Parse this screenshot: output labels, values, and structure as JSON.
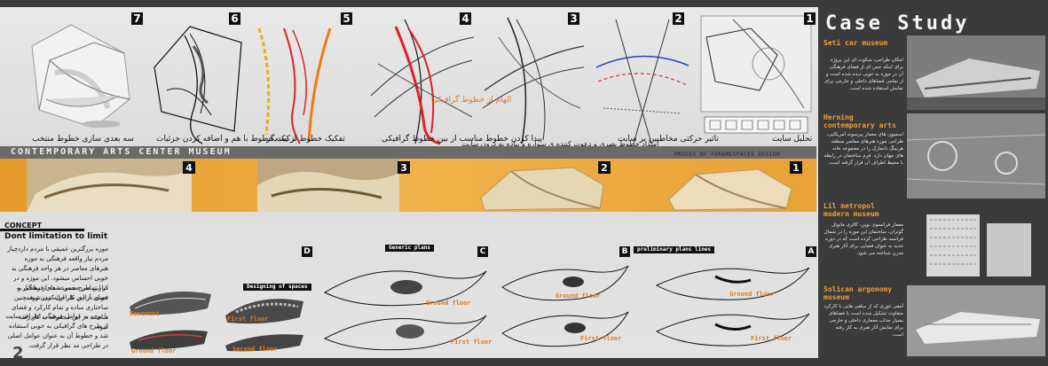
{
  "processes": {
    "steps": [
      {
        "num": "1",
        "caption": "تحلیل سایت"
      },
      {
        "num": "2",
        "caption": "تاثیر حرکتی مخاطبین بر سایت"
      },
      {
        "num": "3",
        "caption": "امتداد خطوط بصری و دعوت کننده ی سواره و پیاده به درون سایت"
      },
      {
        "num": "4",
        "caption": "پیدا کردن خطوط مناسب از بین خطوط گرافیکی",
        "note": "الهام از خطوط گرافیکی"
      },
      {
        "num": "5",
        "caption": "تفکیک خطوط از یکدیگر"
      },
      {
        "num": "6",
        "caption": "ترکیب خطوط با هم و اضافه کردن جزئیات"
      },
      {
        "num": "7",
        "caption": "سه بعدی سازی خطوط منتخب"
      }
    ]
  },
  "band": {
    "title": "CONTEMPORARY ARTS CENTER MUSEUM",
    "process_label": "PROCES OF FORAM&SPACES DESIGN",
    "models": [
      "4",
      "3",
      "2",
      "1"
    ]
  },
  "concept": {
    "label": "CONCEPT",
    "heading": "Dont limitation to limit",
    "paragraph1": "موزه بزرگترین عمیقی با مردم داردچیاز مردم نیاز واقعه فرهنگی به موزه هنرهای معاصر در هر واحد فرهنگی به خوبی احساس میشود. این موزه و در کنار تمامی مجموعه های فرهنگی به خوبی در این کار ارائه می شود.",
    "paragraph2": "در این طرح سعی شده از ساختار و فضای آزادی طراحی کردن و همچنین ساختاری ساده و تمام کارکرد و فضای مناسب در این مجموعه به کار رفته شود.",
    "paragraph3": "با توجه به عوامل فرهنگی اطراف سایت از طرح های گرافیکی به خوبی استفاده شد و خطوط آن به عنوان عوامل اصلی در طراحی مد نظر قرار گرفت."
  },
  "plans": {
    "designing_label": "Designing of spaces",
    "generic_label": "Generic plans",
    "preliminary_label": "preliminary plans lines",
    "letters": [
      "D",
      "C",
      "B",
      "A"
    ],
    "floors": [
      "Basement",
      "First floor",
      "Ground floor",
      "Second floor"
    ],
    "plan_labels": [
      "Ground floor",
      "First floor",
      "Ground floor",
      "First floor",
      "Ground floor",
      "First floor"
    ]
  },
  "case_study": {
    "title": "Case Study",
    "items": [
      {
        "name": "Seti car museum",
        "text": "امکان طراحی، سکوت ای این پروژه برای اینکه حس ای از فضای فرهنگی آن در موزه به خوبی دیده شده است و از تمامی فضاهای داخلی و خارجی برای نمایش استفاده شده است."
      },
      {
        "name": "Herning contemporary arts",
        "text": "اسمیون های معمار پیرسونه آمریکایی، طراحی موزه هنرهای معاصر منطقه هرنینگ دانمارک را در مجموعه خانه های جهان دارد. فرم ساختمان در رابطه با محیط اطراف آن قرار گرفته است."
      },
      {
        "name": "Lil metropol modern museum",
        "text": "معمار فرانسوی نوین، کالری مانوئل گوتران، ساختمان این موزه را در شمال فرانسه طراحی کرده است که در دوره جدید به عنوان فضایی برای آثار هنری مدرن شناخته می شود."
      },
      {
        "name": "Solican argonomy museum",
        "text": "آمفی تئوری که از سلفی هایی با کارکرد متفاوت تشکیل شده است با فضاهای بسیار جذاب معماری داخلی و خارجی برای نمایش آثار هنری به کار رفته است."
      }
    ]
  },
  "page_number": "2"
}
